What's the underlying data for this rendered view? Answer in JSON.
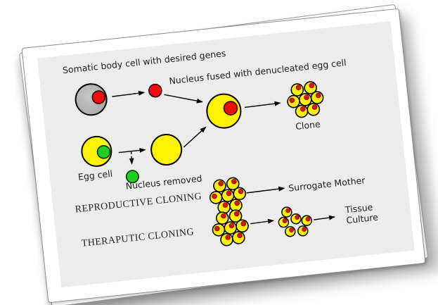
{
  "document": {
    "headings": {
      "reproductive": "REPRODUCTIVE CLONING",
      "therapeutic": "THERAPUTIC CLONING"
    },
    "labels": {
      "somatic": "Somatic body cell with desired genes",
      "nucleus_fused": "Nucleus fused with denucleated egg cell",
      "clone": "Clone",
      "egg_cell": "Egg cell",
      "nucleus_removed": "Nucleus removed",
      "surrogate_mother": "Surrogate Mother",
      "tissue_line1": "Tissue",
      "tissue_line2": "Culture"
    },
    "colors": {
      "page": "#ffffff",
      "panel": "#ececec",
      "somatic_cell_gray": "#b7b7b7",
      "cell_yellow": "#fdf301",
      "nucleus_red": "#ee1010",
      "nucleus_green": "#21cd21",
      "outline": "#000000",
      "text": "#1d1d1d"
    },
    "figures": {
      "clone_cluster_cells": 7,
      "reproductive_cluster_cells": 7,
      "therapeutic_cluster_cells": 7,
      "dispersed_cells": 6
    }
  }
}
